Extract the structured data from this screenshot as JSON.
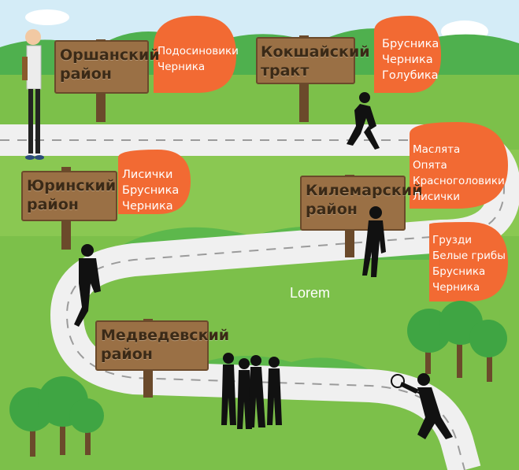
{
  "colors": {
    "sky": "#d4ecf7",
    "grass": "#7cc04a",
    "grass_light": "#9fd067",
    "hills": "#4fb04e",
    "road": "#f0f0f0",
    "road_dash": "#9b9b9b",
    "sign": "#9a7045",
    "sign_post": "#6b4a2b",
    "bubble": "#f26a33",
    "silhouette": "#111111"
  },
  "signs": [
    {
      "label": "Оршанский\nрайон",
      "items": "Подосиновики\nЧерника"
    },
    {
      "label": "Кокшайский\nтракт",
      "items": "Брусника\nЧерника\nГолубика"
    },
    {
      "label": "Юринский\nрайон",
      "items": "Лисички\nБрусника\nЧерника"
    },
    {
      "label": "Килемарский\nрайон",
      "items": "Маслята\nОпята\nКрасноголовики\nЛисички"
    },
    {
      "label": "",
      "items": "Грузди\nБелые грибы\nБрусника\nЧерника"
    },
    {
      "label": "Медведевский\nрайон",
      "items": ""
    }
  ],
  "watermark": "Lorem"
}
